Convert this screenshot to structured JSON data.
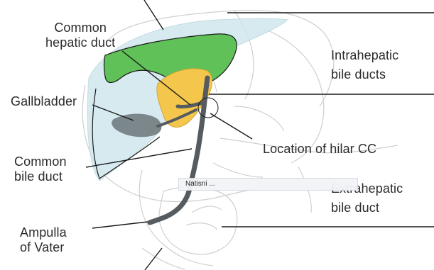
{
  "diagram": {
    "labels": {
      "common_hepatic_duct": [
        "Common",
        "hepatic duct"
      ],
      "intrahepatic_bile_ducts": [
        "Intrahepatic",
        "bile ducts"
      ],
      "gallbladder": "Gallbladder",
      "location_hilar_cc": "Location of hilar CC",
      "common_bile_duct": [
        "Common",
        "bile duct"
      ],
      "extrahepatic_bile_duct": [
        "Extrahepatic",
        "bile duct"
      ],
      "ampulla_of_vater": [
        "Ampulla",
        "of Vater"
      ]
    },
    "tooltip": "Natisni ..."
  },
  "colors": {
    "liver_highlight": "#cfe7ee",
    "hepatic_duct_region": "#5fc157",
    "hilar_region": "#f5c64c",
    "bile_duct": "#555b5e",
    "outline": "#1a1a1a",
    "sketch": "#c9c9c9"
  }
}
